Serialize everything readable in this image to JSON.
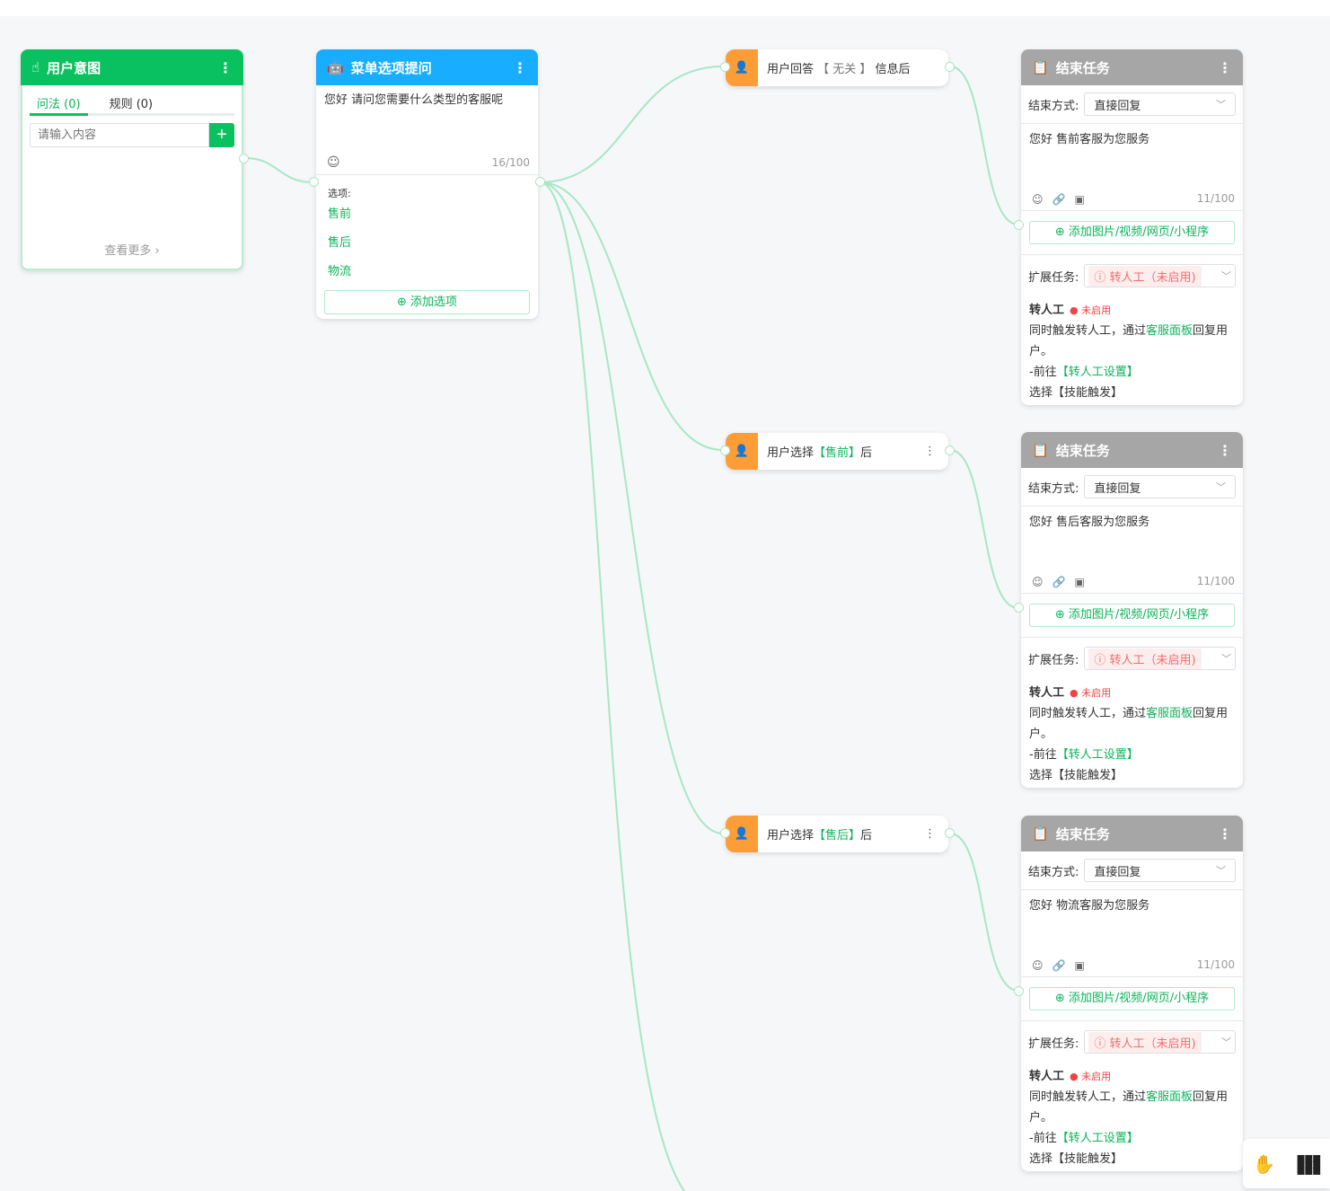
{
  "colors": {
    "intent": "#0ac160",
    "menu": "#19adff",
    "trigger": "#fd9d38",
    "end": "#a6a6a6",
    "accent": "#0ab45a",
    "warn": "#f56c6c"
  },
  "intent": {
    "title": "用户意图",
    "tabs": [
      "问法 (0)",
      "规则 (0)"
    ],
    "placeholder": "请输入内容",
    "more": "查看更多 ›"
  },
  "menu": {
    "title": "菜单选项提问",
    "text": "您好 请问您需要什么类型的客服呢",
    "count": "16/100",
    "options_label": "选项:",
    "options": [
      "售前",
      "售后",
      "物流"
    ],
    "add": "⊕ 添加选项"
  },
  "triggers": [
    {
      "pre": "用户回答 ",
      "mid": "【 无关 】",
      "post": " 信息后"
    },
    {
      "pre": "用户选择",
      "mid": "【售前】",
      "post": "后"
    },
    {
      "pre": "用户选择",
      "mid": "【售后】",
      "post": "后"
    }
  ],
  "ends": [
    {
      "title": "结束任务",
      "mode_label": "结束方式:",
      "mode": "直接回复",
      "text": "您好 售前客服为您服务",
      "count": "11/100",
      "add": "⊕ 添加图片/视频/网页/小程序",
      "ext_label": "扩展任务:",
      "ext": "ⓘ 转人工（未启用)",
      "h": "转人工",
      "status": "未启用",
      "l1a": "同时触发转人工，通过",
      "l1b": "客服面板",
      "l1c": "回复用户。",
      "l2a": "-前往",
      "l2b": "【转人工设置】",
      "l3": "选择【技能触发】"
    },
    {
      "title": "结束任务",
      "mode_label": "结束方式:",
      "mode": "直接回复",
      "text": "您好 售后客服为您服务",
      "count": "11/100",
      "add": "⊕ 添加图片/视频/网页/小程序",
      "ext_label": "扩展任务:",
      "ext": "ⓘ 转人工（未启用)",
      "h": "转人工",
      "status": "未启用",
      "l1a": "同时触发转人工，通过",
      "l1b": "客服面板",
      "l1c": "回复用户。",
      "l2a": "-前往",
      "l2b": "【转人工设置】",
      "l3": "选择【技能触发】"
    },
    {
      "title": "结束任务",
      "mode_label": "结束方式:",
      "mode": "直接回复",
      "text": "您好 物流客服为您服务",
      "count": "11/100",
      "add": "⊕ 添加图片/视频/网页/小程序",
      "ext_label": "扩展任务:",
      "ext": "ⓘ 转人工（未启用)",
      "h": "转人工",
      "status": "未启用",
      "l1a": "同时触发转人工，通过",
      "l1b": "客服面板",
      "l1c": "回复用户。",
      "l2a": "-前往",
      "l2b": "【转人工设置】",
      "l3": "选择【技能触发】"
    }
  ],
  "toolbar": {
    "hand": "hand-icon",
    "grid": "grid-icon"
  }
}
